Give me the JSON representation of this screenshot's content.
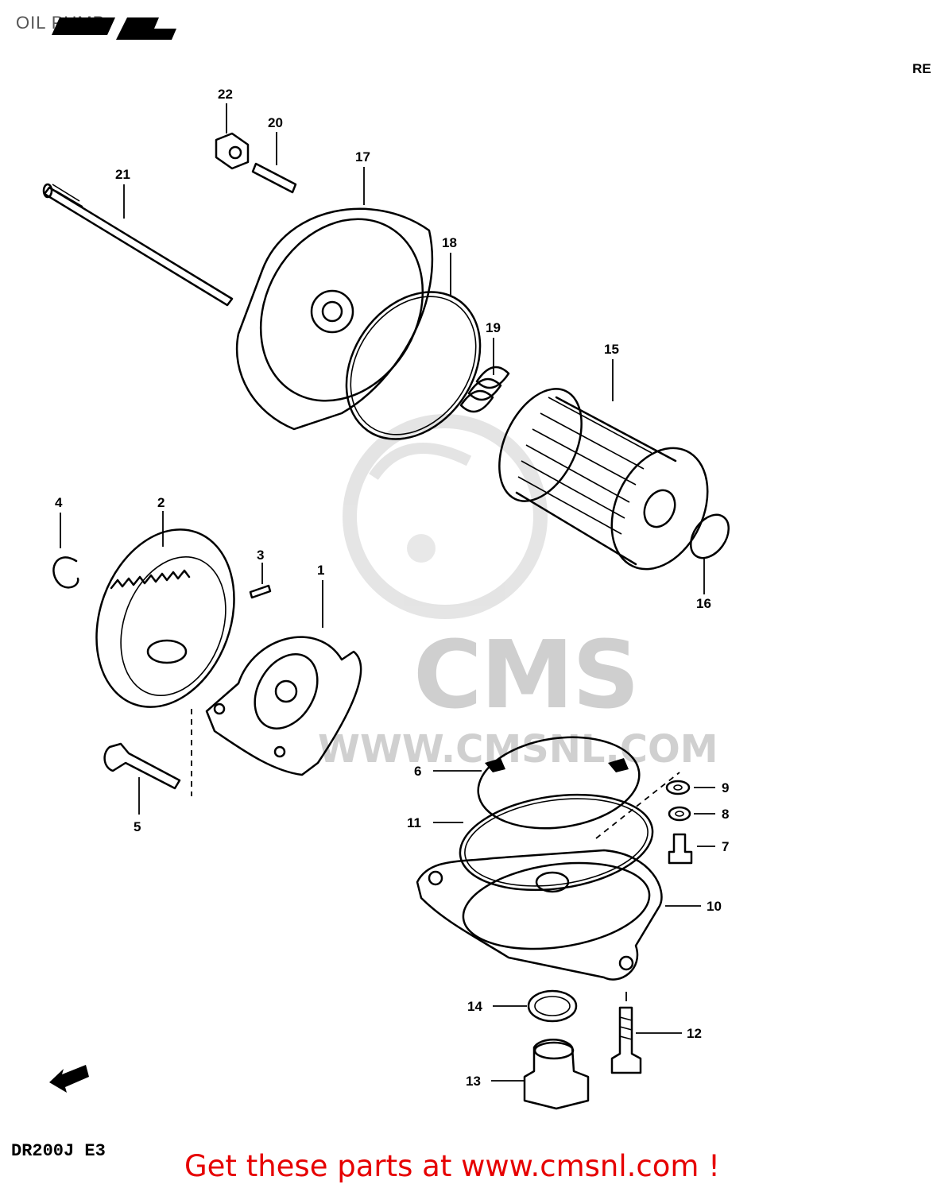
{
  "header": {
    "title": "OIL PUMP",
    "corner_mark": "RE"
  },
  "footer": {
    "model_code": "DR200J E3",
    "cta_text": "Get these parts at www.cmsnl.com !"
  },
  "watermark": {
    "brand": "CMS",
    "url": "WWW.CMSNL.COM"
  },
  "callouts": {
    "p1": "1",
    "p2": "2",
    "p3": "3",
    "p4": "4",
    "p5": "5",
    "p6": "6",
    "p7": "7",
    "p8": "8",
    "p9": "9",
    "p10": "10",
    "p11": "11",
    "p12": "12",
    "p13": "13",
    "p14": "14",
    "p15": "15",
    "p16": "16",
    "p17": "17",
    "p18": "18",
    "p19": "19",
    "p20": "20",
    "p21": "21",
    "p22": "22"
  },
  "colors": {
    "cta": "#e60000",
    "watermark": "#d0d0d0",
    "ink": "#000000"
  }
}
